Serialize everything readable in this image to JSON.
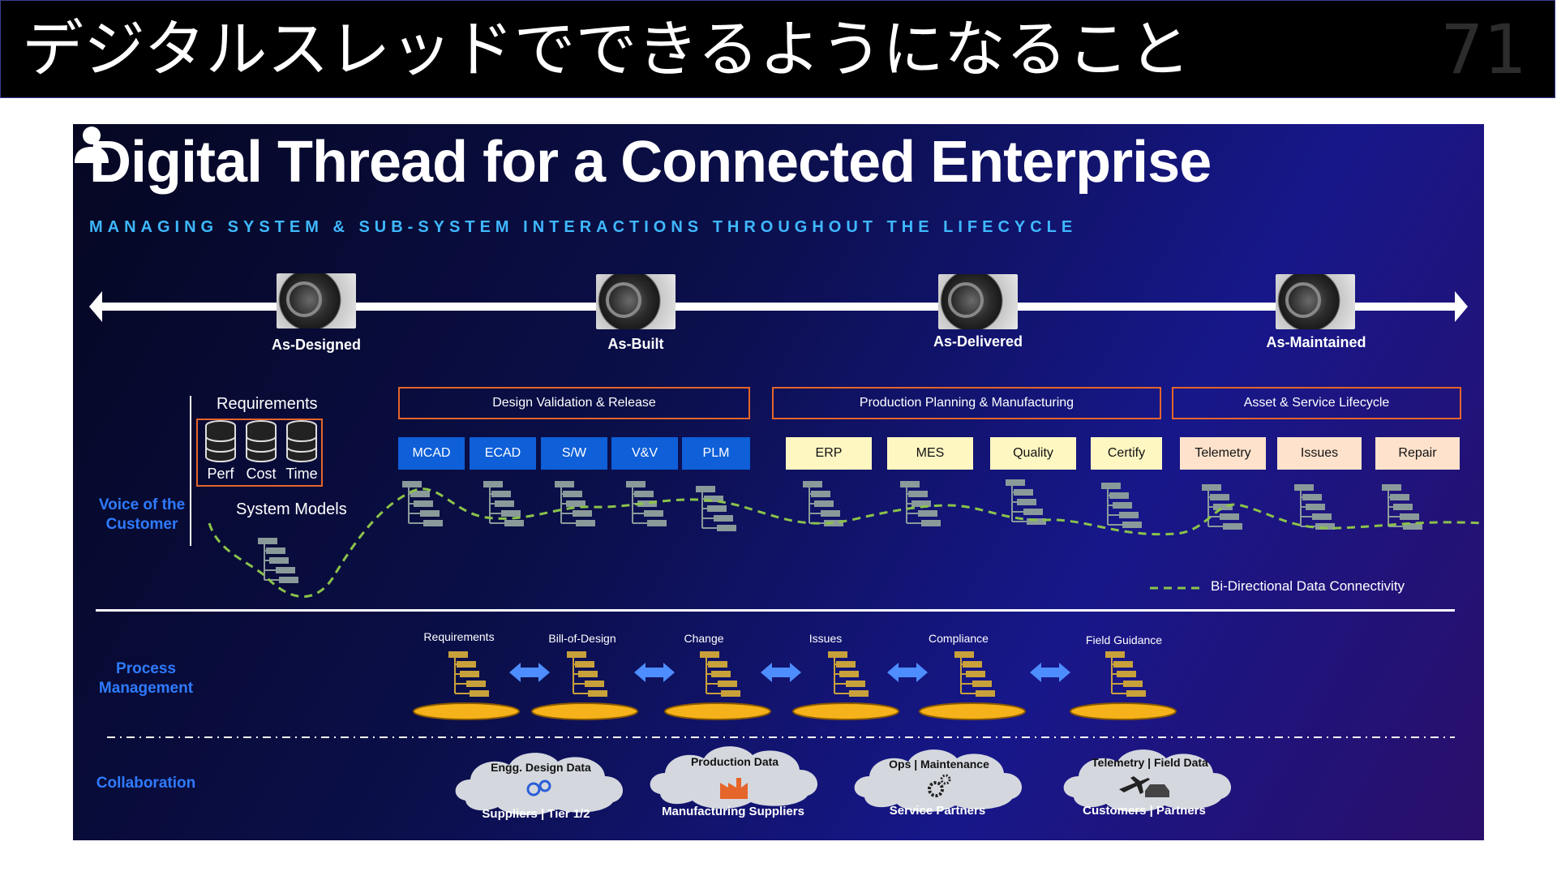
{
  "slide": {
    "title": "デジタルスレッドでできるようになること",
    "page_number": "71"
  },
  "diagram": {
    "title": "Digital Thread for a Connected Enterprise",
    "subtitle": "MANAGING SYSTEM & SUB-SYSTEM INTERACTIONS THROUGHOUT THE LIFECYCLE",
    "stages": [
      "As-Designed",
      "As-Built",
      "As-Delivered",
      "As-Maintained"
    ],
    "voice_of_customer": [
      "Voice of the",
      "Customer"
    ],
    "requirements": {
      "title": "Requirements",
      "items": [
        "Perf",
        "Cost",
        "Time"
      ]
    },
    "system_models": "System Models",
    "groups": [
      {
        "title": "Design Validation & Release",
        "systems": [
          "MCAD",
          "ECAD",
          "S/W",
          "V&V",
          "PLM"
        ],
        "style": "blue"
      },
      {
        "title": "Production Planning & Manufacturing",
        "systems": [
          "ERP",
          "MES",
          "Quality",
          "Certify"
        ],
        "style": "yellow"
      },
      {
        "title": "Asset & Service Lifecycle",
        "systems": [
          "Telemetry",
          "Issues",
          "Repair"
        ],
        "style": "peach"
      }
    ],
    "legend": "Bi-Directional Data Connectivity",
    "process_management": {
      "label": [
        "Process",
        "Management"
      ],
      "steps": [
        "Requirements",
        "Bill-of-Design",
        "Change",
        "Issues",
        "Compliance",
        "Field Guidance"
      ]
    },
    "collaboration": {
      "label": "Collaboration",
      "clouds": [
        {
          "top": "Engg. Design Data",
          "bottom": "Suppliers | Tier 1/2",
          "icon": "gears-icon"
        },
        {
          "top": "Production Data",
          "bottom": "Manufacturing Suppliers",
          "icon": "factory-icon"
        },
        {
          "top": "Ops | Maintenance",
          "bottom": "Service Partners",
          "icon": "cog-icon"
        },
        {
          "top": "Telemetry | Field Data",
          "bottom": "Customers | Partners",
          "icon": "plane-car-icon"
        }
      ]
    },
    "colors": {
      "accent_orange": "#e5652a",
      "subtitle_blue": "#3fb8ff",
      "label_blue": "#2f7bff",
      "system_blue": "#0e5fd8",
      "dashed_green": "#8bc34a",
      "platform_gold": "#f5b21a"
    }
  }
}
